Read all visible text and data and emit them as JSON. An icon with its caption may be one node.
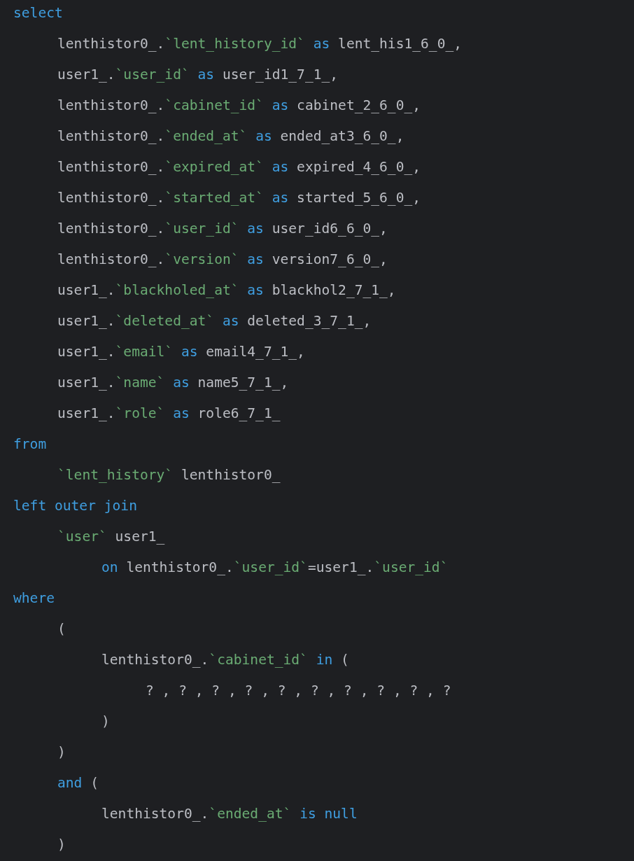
{
  "diagram": {
    "labels": [
      "select",
      "lenthistor0_.`lent_history_id` as lent_his1_6_0_,",
      "user1_.`user_id` as user_id1_7_1_,",
      "lenthistor0_.`cabinet_id` as cabinet_2_6_0_,",
      "lenthistor0_.`ended_at` as ended_at3_6_0_,",
      "lenthistor0_.`expired_at` as expired_4_6_0_,",
      "lenthistor0_.`started_at` as started_5_6_0_,",
      "lenthistor0_.`user_id` as user_id6_6_0_,",
      "lenthistor0_.`version` as version7_6_0_,",
      "user1_.`blackholed_at` as blackhol2_7_1_,",
      "user1_.`deleted_at` as deleted_3_7_1_,",
      "user1_.`email` as email4_7_1_,",
      "user1_.`name` as name5_7_1_,",
      "user1_.`role` as role6_7_1_",
      "from",
      "`lent_history` lenthistor0_",
      "left outer join",
      "`user` user1_",
      "on lenthistor0_.`user_id`=user1_.`user_id`",
      "where",
      "(",
      "lenthistor0_.`cabinet_id` in (",
      "? , ? , ? , ? , ? , ? , ? , ? , ? , ?",
      ")",
      ")",
      "and (",
      "lenthistor0_.`ended_at` is null",
      ")"
    ]
  }
}
